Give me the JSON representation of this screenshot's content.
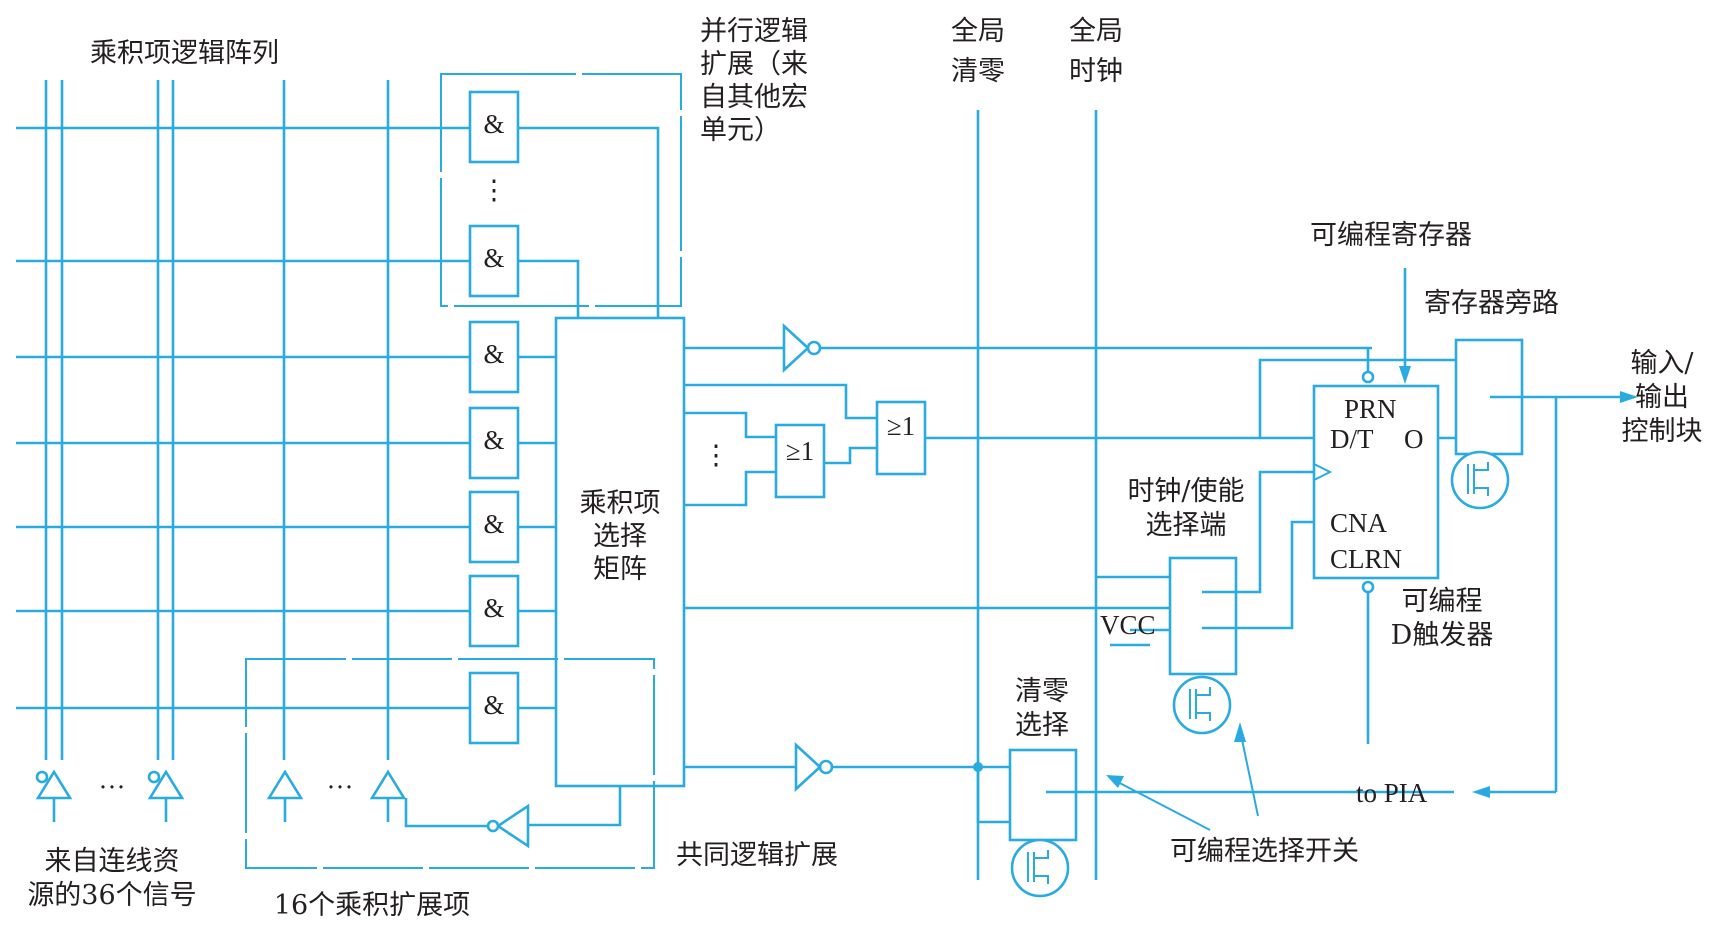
{
  "labels": {
    "product_term_array": "乘积项逻辑阵列",
    "parallel_ext": [
      "并行逻辑",
      "扩展（来",
      "自其他宏",
      "单元）"
    ],
    "global_clear": [
      "全局",
      "清零"
    ],
    "global_clock": [
      "全局",
      "时钟"
    ],
    "prog_register": "可编程寄存器",
    "register_bypass": "寄存器旁路",
    "io_block": [
      "输入/",
      "输出",
      "控制块"
    ],
    "select_matrix": [
      "乘积项",
      "选择",
      "矩阵"
    ],
    "clock_enable": [
      "时钟/使能",
      "选择端"
    ],
    "prog_dff": [
      "可编程",
      "D触发器"
    ],
    "vcc": "VCC",
    "clear_select": [
      "清零",
      "选择"
    ],
    "to_pia": "to PIA",
    "prog_switch": "可编程选择开关",
    "shared_ext": "共同逻辑扩展",
    "source_signals": [
      "来自连线资",
      "源的36个信号"
    ],
    "expander_terms": "16个乘积扩展项"
  },
  "symbols": {
    "and_gate": "&",
    "or_gate": "≥1",
    "ellipsis": "···",
    "vdots": "⋮"
  },
  "flipflop": {
    "prn": "PRN",
    "dt": "D/T",
    "q": "O",
    "cna": "CNA",
    "clrn": "CLRN"
  },
  "colors": {
    "wire": "#29abe2",
    "text": "#231f20"
  }
}
